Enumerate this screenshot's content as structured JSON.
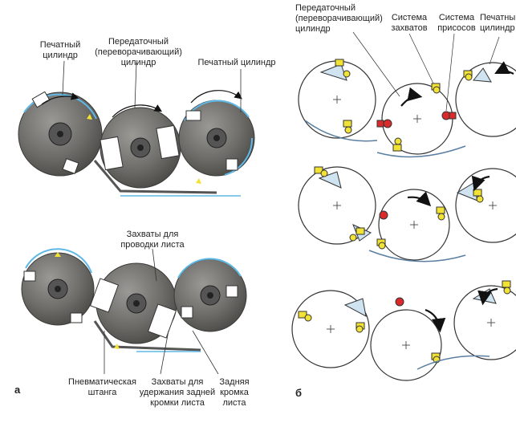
{
  "panel_a": {
    "letter": "а",
    "labels": {
      "print_cyl_left": "Печатный\nцилиндр",
      "transfer_cyl": "Передаточный\n(переворачивающий)\nцилиндр",
      "print_cyl_right": "Печатный цилиндр",
      "grippers_guide": "Захваты для\nпроводки листа",
      "pneumatic_bar": "Пневматическая\nштанга",
      "grippers_trailing": "Захваты для\nудержания задней\nкромки листа",
      "trailing_edge": "Задняя\nкромка\nлиста"
    }
  },
  "panel_b": {
    "letter": "б",
    "labels": {
      "transfer_cyl": "Передаточный\n(переворачивающий)\nцилиндр",
      "gripper_system": "Система\nзахватов",
      "suction_system": "Система\nприсосов",
      "print_cyl": "Печатный\nцилиндр"
    }
  },
  "colors": {
    "cylinder_fill": "#6e6d69",
    "cylinder_edge": "#3a3a38",
    "sheet_blue": "#5fb9e6",
    "gripper_yellow": "#f2e234",
    "sucker_red": "#d92b2b",
    "arrow": "#111111"
  }
}
